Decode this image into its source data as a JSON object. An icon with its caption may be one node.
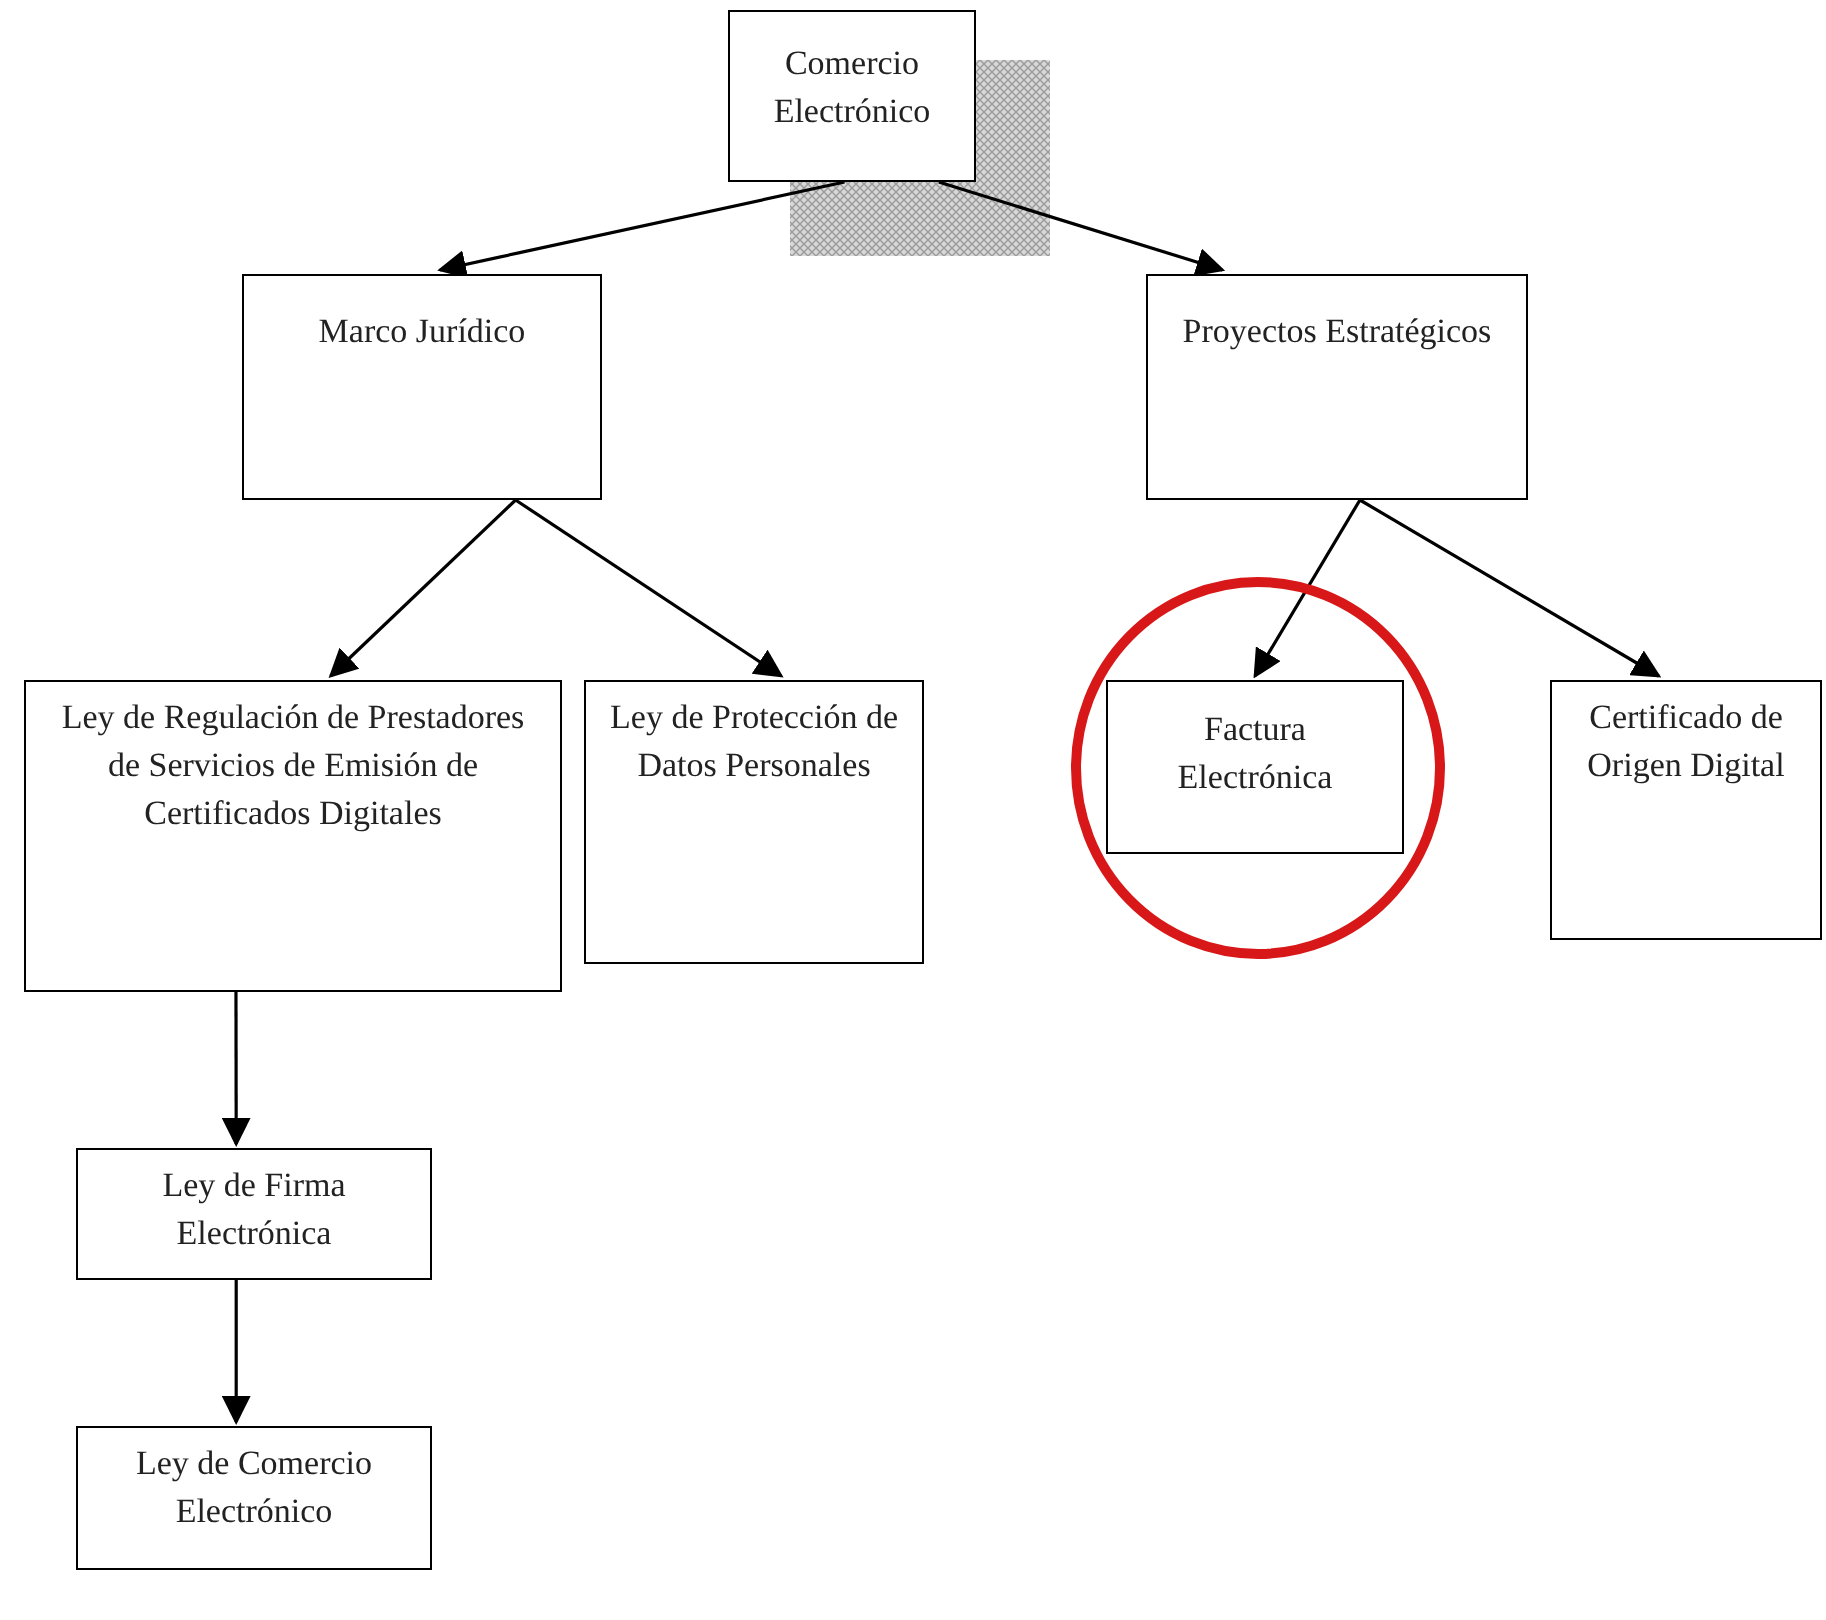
{
  "diagram": {
    "nodes": [
      {
        "text": [
          "Comercio Electrónico"
        ]
      },
      {
        "text": [
          "Marco Jurídico"
        ]
      },
      {
        "text": [
          "Proyectos Estratégicos"
        ]
      },
      {
        "text": [
          "Ley de Regulación de Prestadores de Servicios de Emisión de Certificados Digitales"
        ]
      },
      {
        "text": [
          "Ley de Protección de Datos Personales"
        ]
      },
      {
        "text": [
          "Factura Electrónica"
        ]
      },
      {
        "text": [
          "Certificado de Origen Digital"
        ]
      },
      {
        "text": [
          "Ley de Firma Electrónica"
        ]
      },
      {
        "text": [
          "Ley de Comercio Electrónico"
        ]
      }
    ],
    "edges": [
      {
        "from": 0,
        "to": 1,
        "arrow": "to"
      },
      {
        "from": 0,
        "to": 2,
        "arrow": "to"
      },
      {
        "from": 1,
        "to": 3,
        "arrow": "to"
      },
      {
        "from": 1,
        "to": 4,
        "arrow": "to"
      },
      {
        "from": 2,
        "to": 5,
        "arrow": "to"
      },
      {
        "from": 2,
        "to": 6,
        "arrow": "to"
      },
      {
        "from": 3,
        "to": 7,
        "arrow": "to"
      },
      {
        "from": 7,
        "to": 8,
        "arrow": "to"
      }
    ]
  }
}
